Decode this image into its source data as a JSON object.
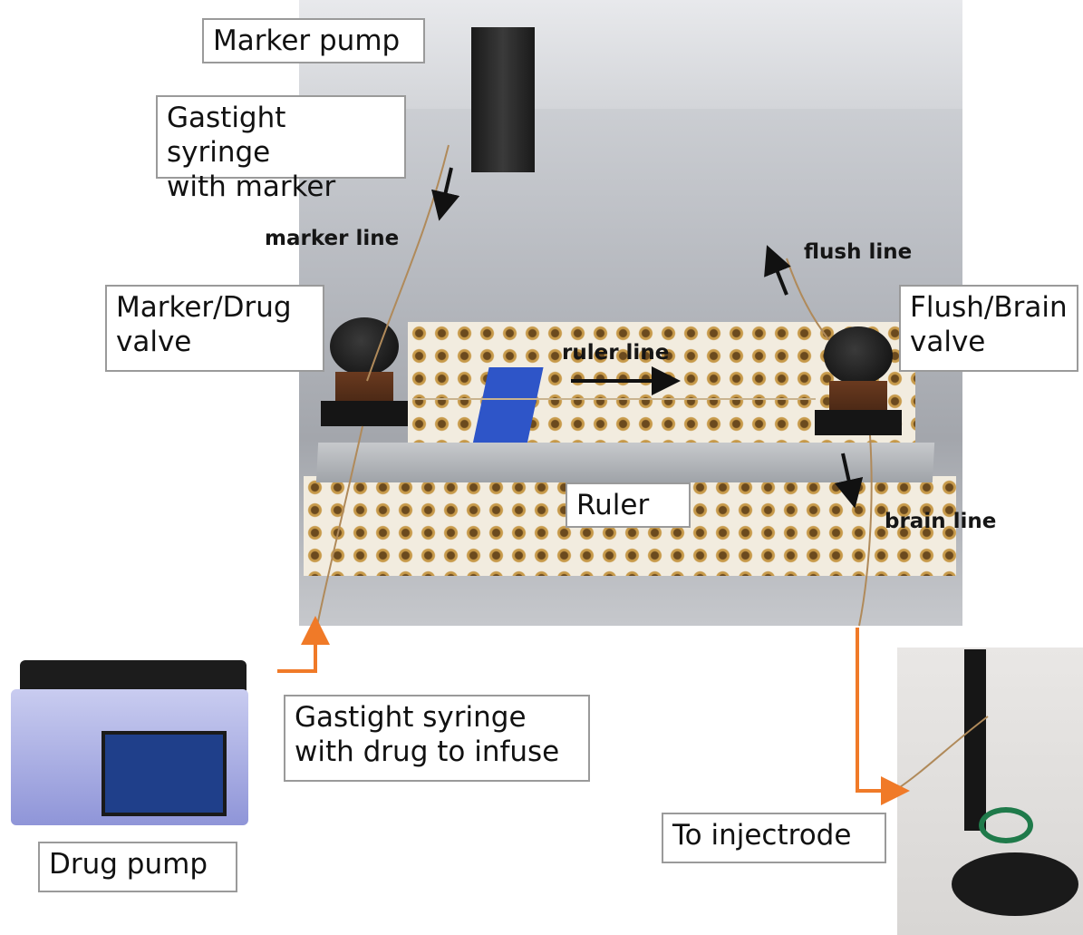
{
  "labels": {
    "marker_pump": "Marker pump",
    "gastight_marker": "Gastight syringe\nwith marker",
    "marker_drug_valve": "Marker/Drug\nvalve",
    "flush_brain_valve": "Flush/Brain\nvalve",
    "ruler": "Ruler",
    "gastight_drug": "Gastight syringe\nwith drug to infuse",
    "drug_pump": "Drug pump",
    "to_injectrode": "To injectrode"
  },
  "line_labels": {
    "marker_line": "marker line",
    "flush_line": "flush line",
    "ruler_line": "ruler line",
    "brain_line": "brain line"
  },
  "colors": {
    "arrow_black": "#111111",
    "arrow_orange": "#f07a28",
    "label_border": "#9a9a9a"
  }
}
